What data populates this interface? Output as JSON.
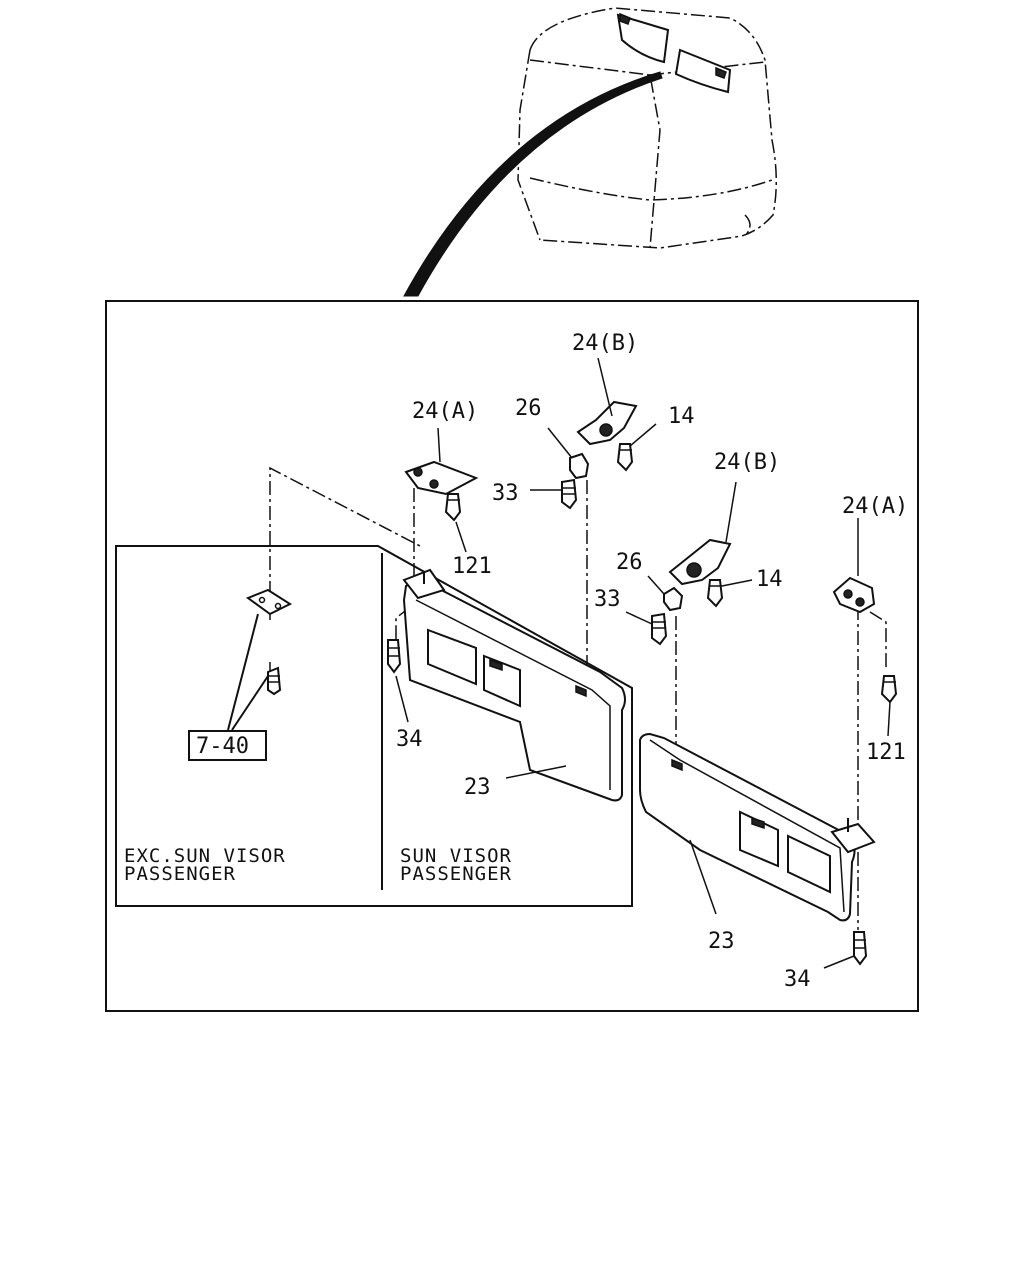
{
  "callouts": {
    "c_24b_top": "24(B)",
    "c_24a_left": "24(A)",
    "c_26_left": "26",
    "c_14_left": "14",
    "c_33_left": "33",
    "c_121_left": "121",
    "c_24b_right": "24(B)",
    "c_26_right": "26",
    "c_14_right": "14",
    "c_33_right": "33",
    "c_24a_right": "24(A)",
    "c_121_right": "121",
    "c_34_left": "34",
    "c_23_left": "23",
    "c_23_right": "23",
    "c_34_right": "34"
  },
  "reference_box": "7-40",
  "notes": {
    "exc_line1": "EXC.SUN VISOR",
    "exc_line2": "PASSENGER",
    "sun_line1": "SUN VISOR",
    "sun_line2": "PASSENGER"
  }
}
